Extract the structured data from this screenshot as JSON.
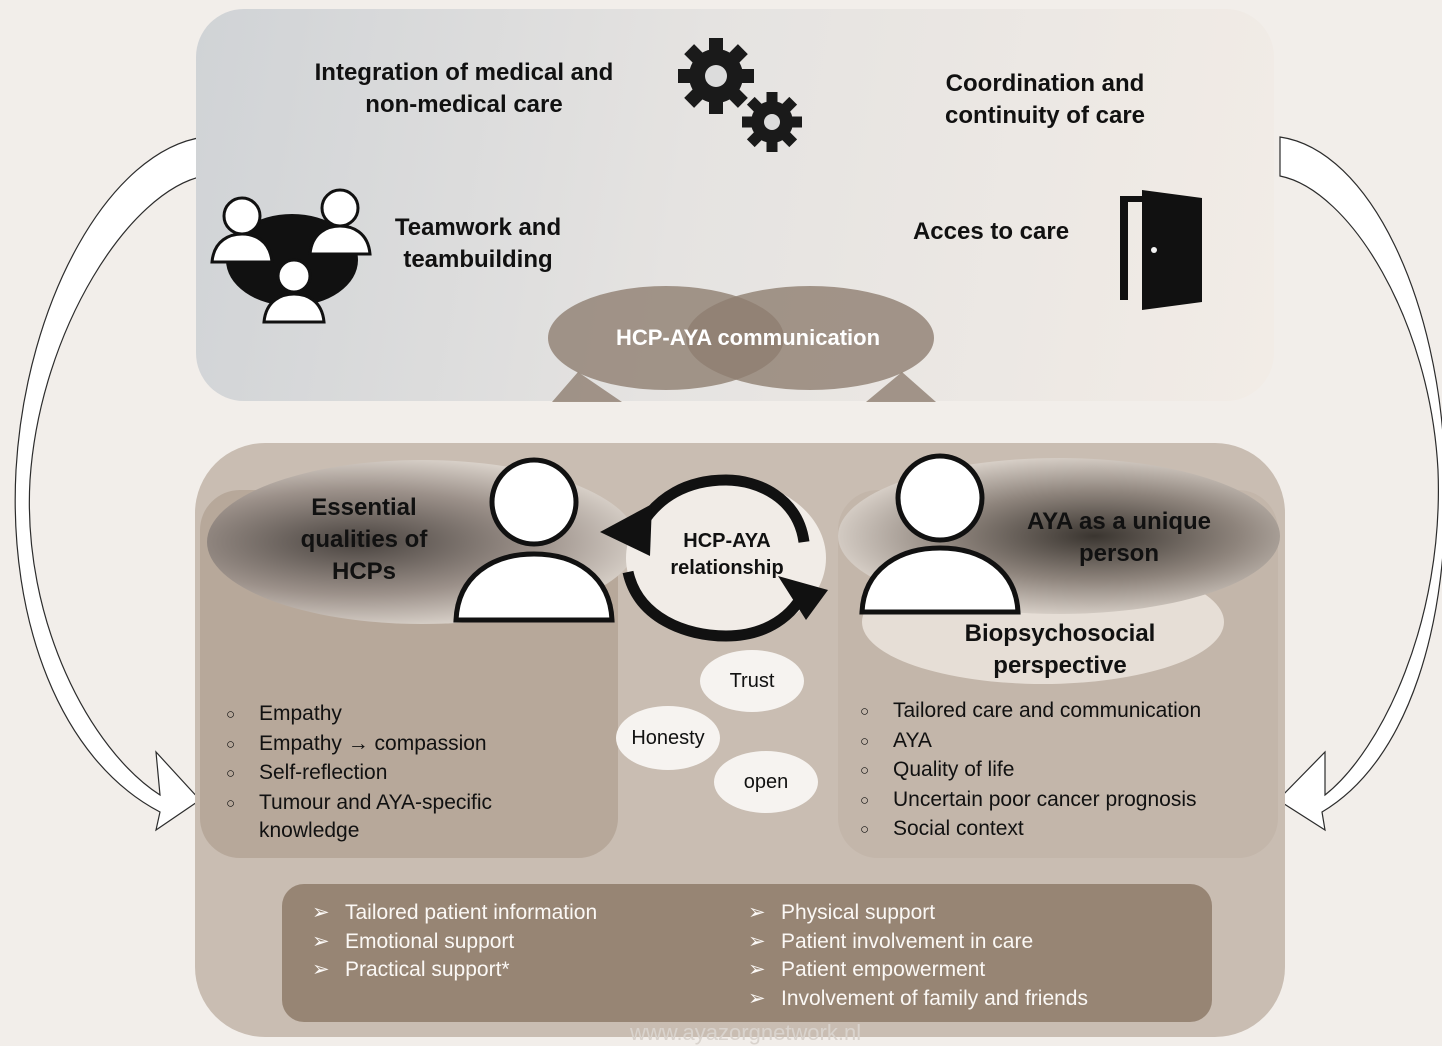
{
  "top": {
    "integration": [
      "Integration of medical and",
      "non-medical care"
    ],
    "coordination": [
      "Coordination and",
      "continuity of care"
    ],
    "teamwork": [
      "Teamwork and",
      "teambuilding"
    ],
    "access": "Acces to care",
    "communication": "HCP-AYA communication"
  },
  "hcp": {
    "title": [
      "Essential",
      "qualities of",
      "HCPs"
    ],
    "items": [
      [
        "Empathy"
      ],
      [
        "Empathy → compassion"
      ],
      [
        "Self-reflection"
      ],
      [
        "Tumour and AYA-specific",
        "knowledge"
      ]
    ]
  },
  "relationship": {
    "label": [
      "HCP-AYA",
      "relationship"
    ],
    "values": [
      "Trust",
      "Honesty",
      "open"
    ]
  },
  "aya": {
    "title": [
      "AYA as a unique",
      "person"
    ],
    "subtitle": [
      "Biopsychosocial",
      "perspective"
    ],
    "items": [
      "Tailored care and communication",
      "AYA",
      "Quality of life",
      "Uncertain poor cancer prognosis",
      "Social context"
    ]
  },
  "support": {
    "left": [
      "Tailored patient information",
      "Emotional support",
      "Practical support*"
    ],
    "right": [
      "Physical support",
      "Patient involvement in care",
      "Patient empowerment",
      "Involvement of family and friends"
    ]
  },
  "watermark": "www.ayazorgnetwork.nl",
  "icons": {
    "gears": "gears-icon",
    "team": "team-icon",
    "door": "door-icon",
    "person": "person-icon",
    "cycle": "cycle-arrows-icon",
    "bullet": "circle-bullet-icon",
    "arrow": "arrowhead-bullet-icon"
  }
}
